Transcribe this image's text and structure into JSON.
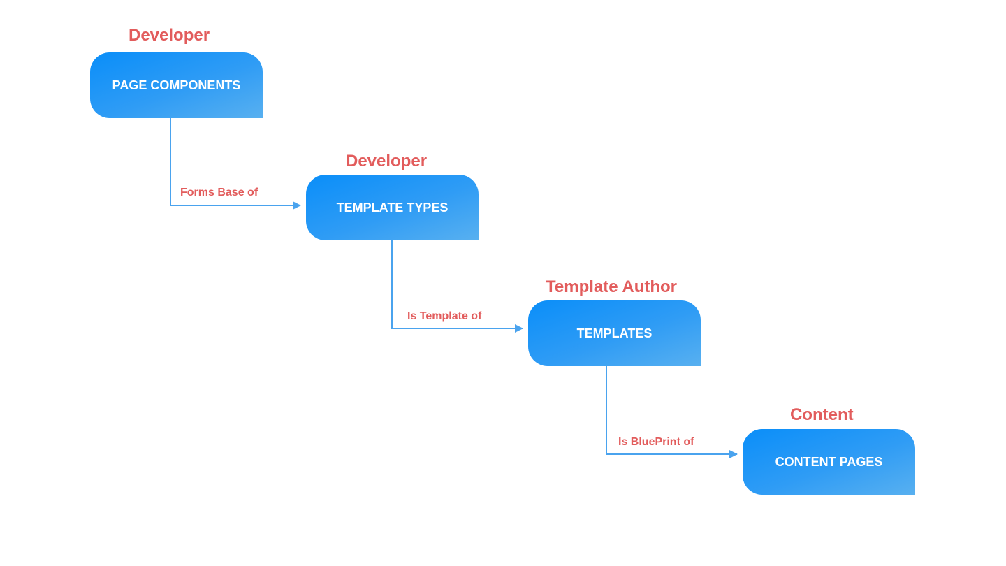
{
  "nodes": [
    {
      "role": "Developer",
      "label": "PAGE COMPONENTS"
    },
    {
      "role": "Developer",
      "label": "TEMPLATE TYPES"
    },
    {
      "role": "Template Author",
      "label": "TEMPLATES"
    },
    {
      "role": "Content",
      "label": "CONTENT PAGES"
    }
  ],
  "edges": [
    {
      "label": "Forms Base of"
    },
    {
      "label": "Is Template of"
    },
    {
      "label": "Is BluePrint of"
    }
  ],
  "colors": {
    "role_text": "#e25c5c",
    "node_fill": "#2f9cf5",
    "connector": "#4aa3ee"
  }
}
